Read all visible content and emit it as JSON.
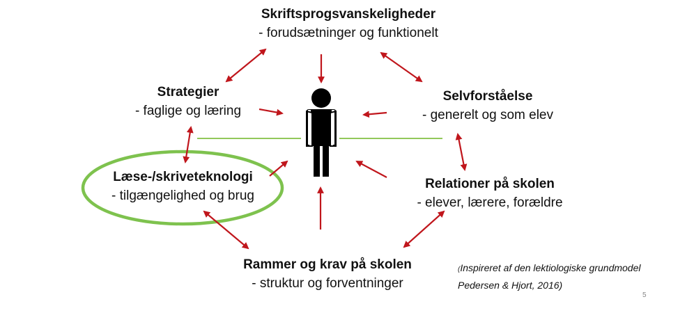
{
  "colors": {
    "arrow": "#c0161c",
    "connector_line": "#92c85a",
    "highlight_ellipse": "#7ec24e",
    "person": "#000000"
  },
  "center": {
    "icon": "person-icon"
  },
  "nodes": [
    {
      "id": "skriftsprog",
      "title": "Skriftsprogsvanskeligheder",
      "subtitle": "- forudsætninger  og funktionelt"
    },
    {
      "id": "strategier",
      "title": "Strategier",
      "subtitle": "- faglige og læring"
    },
    {
      "id": "selvforstaaelse",
      "title": "Selvforståelse",
      "subtitle": "- generelt og som elev"
    },
    {
      "id": "teknologi",
      "title": "Læse-/skriveteknologi",
      "subtitle": "- tilgængelighed og brug",
      "highlighted": true
    },
    {
      "id": "relationer",
      "title": "Relationer på skolen",
      "subtitle": "- elever, lærere, forældre"
    },
    {
      "id": "rammer",
      "title": "Rammer og krav på skolen",
      "subtitle": "- struktur og forventninger"
    }
  ],
  "citation": {
    "line1": "Inspireret af den lektiologiske grundmodel",
    "line2": "Pedersen & Hjort, 2016)"
  },
  "page_number": "5"
}
